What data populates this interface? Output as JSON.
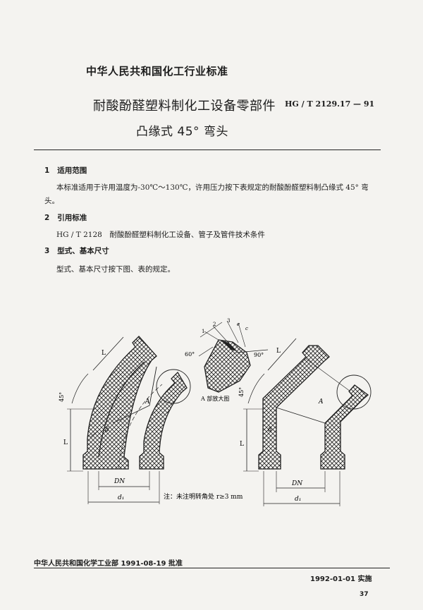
{
  "header": {
    "org": "中华人民共和国化工行业标准",
    "title_line1": "耐酸酚醛塑料制化工设备零部件",
    "title_line2": "凸缘式 45° 弯头",
    "standard_code": "HG / T 2129.17 — 91"
  },
  "sections": [
    {
      "number": "1",
      "heading": "适用范围",
      "text_line1": "本标准适用于许用温度为-30℃～130℃，许用压力按下表规定的耐酸酚醛塑料制凸缘式 45° 弯",
      "text_line2": "头。"
    },
    {
      "number": "2",
      "heading": "引用标准",
      "text_line1": "HG / T 2128　耐酸酚醛塑料制化工设备、管子及管件技术条件"
    },
    {
      "number": "3",
      "heading": "型式、基本尺寸",
      "text_line1": "型式、基本尺寸按下图、表的规定。"
    }
  ],
  "figure": {
    "labels": {
      "L": "L",
      "angle45": "45°",
      "A": "A",
      "delta": "δ",
      "DN": "DN",
      "d1": "d₁",
      "angle60": "60°",
      "angle90": "90°",
      "detail_caption": "A 部放大图",
      "dim1": "1",
      "dim2": "2",
      "dim3": "3",
      "dim_e": "e",
      "dim_c": "c"
    },
    "note": "注：未注明转角处 r≥3 mm"
  },
  "footer": {
    "approved": "中华人民共和国化学工业部 1991-08-19 批准",
    "effective": "1992-01-01 实施",
    "page": "37"
  }
}
